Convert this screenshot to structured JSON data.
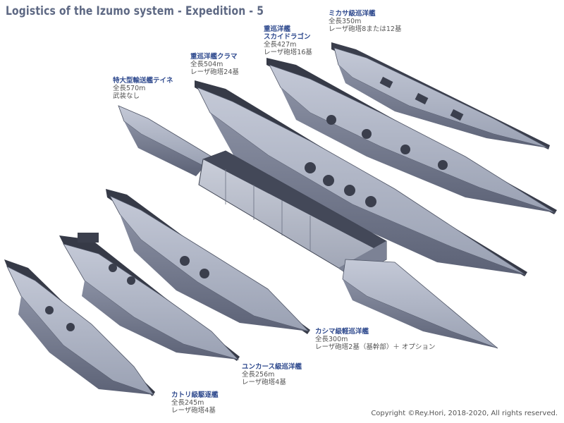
{
  "title": "Logistics of the Izumo system - Expedition - 5",
  "ships": [
    {
      "name": "ミカサ級巡洋艦",
      "lines": [
        "全長350m",
        "レーザ砲塔8または12基"
      ]
    },
    {
      "name": "重巡洋艦",
      "name2": "スカイドラゴン",
      "lines": [
        "全長427m",
        "レーザ砲塔16基"
      ]
    },
    {
      "name": "重巡洋艦クラマ",
      "lines": [
        "全長504m",
        "レーザ砲塔24基"
      ]
    },
    {
      "name": "特大型輸送艦テイネ",
      "lines": [
        "全長570m",
        "武装なし"
      ]
    },
    {
      "name": "カシマ級軽巡洋艦",
      "lines": [
        "全長300m",
        "レーザ砲塔2基（基幹部）＋ オプション"
      ]
    },
    {
      "name": "ユンカース級巡洋艦",
      "lines": [
        "全長256m",
        "レーザ砲塔4基"
      ]
    },
    {
      "name": "カトリ級駆逐艦",
      "lines": [
        "全長245m",
        "レーザ砲塔4基"
      ]
    }
  ],
  "copyright": "Copyright ©Rey.Hori, 2018-2020, All rights reserved."
}
